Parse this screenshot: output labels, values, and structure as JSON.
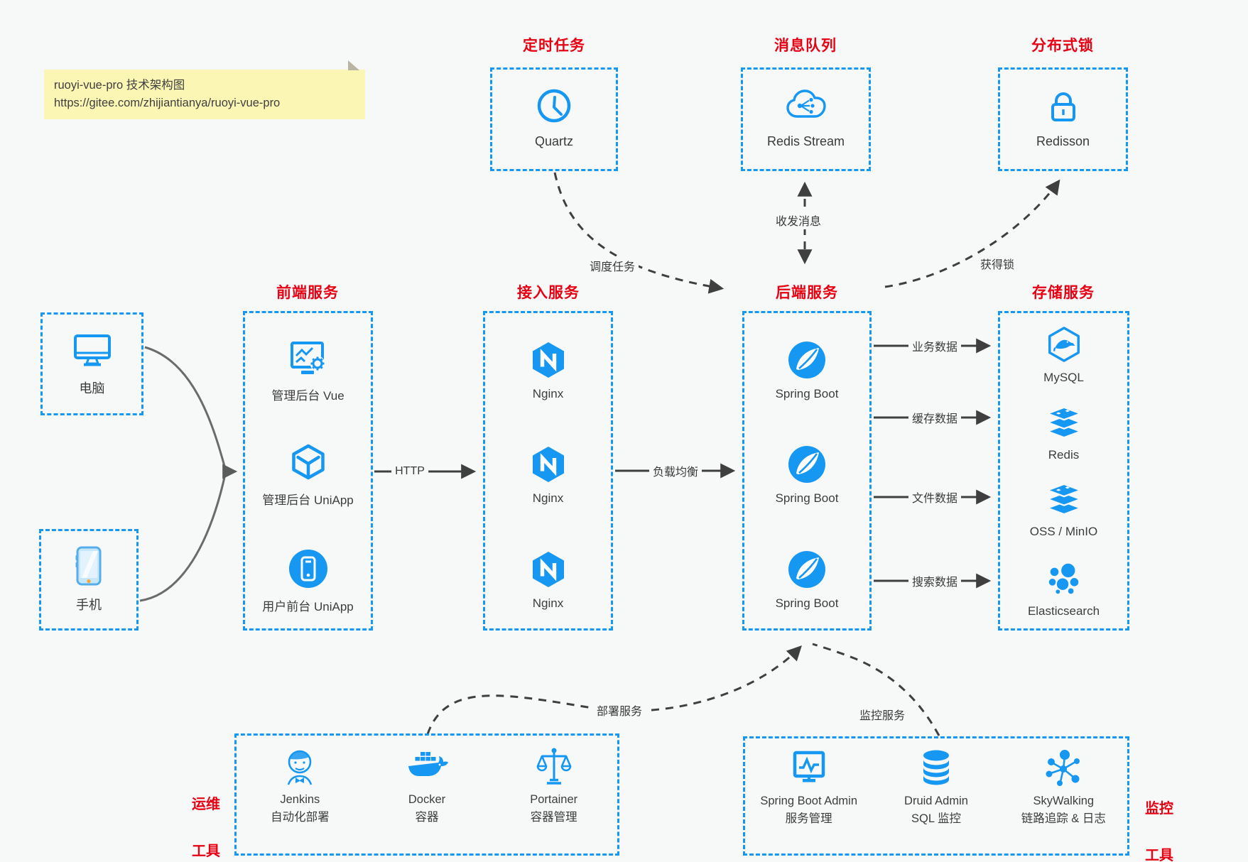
{
  "note": {
    "line1": "ruoyi-vue-pro 技术架构图",
    "line2": "https://gitee.com/zhijiantianya/ruoyi-vue-pro"
  },
  "colors": {
    "accent_blue": "#1697f2",
    "title_red": "#e60113",
    "arrow_dark": "#3f3f3f",
    "note_bg": "#fbf6b4"
  },
  "top_groups": [
    {
      "title": "定时任务",
      "item": {
        "icon": "clock-icon",
        "label": "Quartz"
      }
    },
    {
      "title": "消息队列",
      "item": {
        "icon": "cloud-stream-icon",
        "label": "Redis Stream"
      }
    },
    {
      "title": "分布式锁",
      "item": {
        "icon": "lock-icon",
        "label": "Redisson"
      }
    }
  ],
  "clients": [
    {
      "icon": "computer-icon",
      "label": "电脑"
    },
    {
      "icon": "phone-icon",
      "label": "手机"
    }
  ],
  "columns": [
    {
      "title": "前端服务",
      "items": [
        {
          "icon": "admin-vue-icon",
          "label": "管理后台 Vue"
        },
        {
          "icon": "uniapp-cube-icon",
          "label": "管理后台 UniApp"
        },
        {
          "icon": "user-uniapp-icon",
          "label": "用户前台 UniApp"
        }
      ]
    },
    {
      "title": "接入服务",
      "items": [
        {
          "icon": "nginx-icon",
          "label": "Nginx"
        },
        {
          "icon": "nginx-icon",
          "label": "Nginx"
        },
        {
          "icon": "nginx-icon",
          "label": "Nginx"
        }
      ]
    },
    {
      "title": "后端服务",
      "items": [
        {
          "icon": "spring-boot-icon",
          "label": "Spring Boot"
        },
        {
          "icon": "spring-boot-icon",
          "label": "Spring Boot"
        },
        {
          "icon": "spring-boot-icon",
          "label": "Spring Boot"
        }
      ]
    },
    {
      "title": "存储服务",
      "items": [
        {
          "icon": "mysql-icon",
          "label": "MySQL"
        },
        {
          "icon": "redis-stack-icon",
          "label": "Redis"
        },
        {
          "icon": "storage-stack-icon",
          "label": "OSS / MinIO"
        },
        {
          "icon": "elasticsearch-icon",
          "label": "Elasticsearch"
        }
      ]
    }
  ],
  "bottom_groups": [
    {
      "title_line1": "运维",
      "title_line2": "工具",
      "items": [
        {
          "icon": "jenkins-icon",
          "label": "Jenkins",
          "sublabel": "自动化部署"
        },
        {
          "icon": "docker-icon",
          "label": "Docker",
          "sublabel": "容器"
        },
        {
          "icon": "portainer-icon",
          "label": "Portainer",
          "sublabel": "容器管理"
        }
      ]
    },
    {
      "title_line1": "监控",
      "title_line2": "工具",
      "items": [
        {
          "icon": "sb-admin-icon",
          "label": "Spring Boot Admin",
          "sublabel": "服务管理"
        },
        {
          "icon": "druid-icon",
          "label": "Druid Admin",
          "sublabel": "SQL 监控"
        },
        {
          "icon": "skywalking-icon",
          "label": "SkyWalking",
          "sublabel": "链路追踪 & 日志"
        }
      ]
    }
  ],
  "edges": {
    "http": "HTTP",
    "load_balance": "负载均衡",
    "business": "业务数据",
    "cache": "缓存数据",
    "file": "文件数据",
    "search": "搜索数据",
    "schedule": "调度任务",
    "message": "收发消息",
    "lock": "获得锁",
    "deploy": "部署服务",
    "monitor": "监控服务"
  }
}
